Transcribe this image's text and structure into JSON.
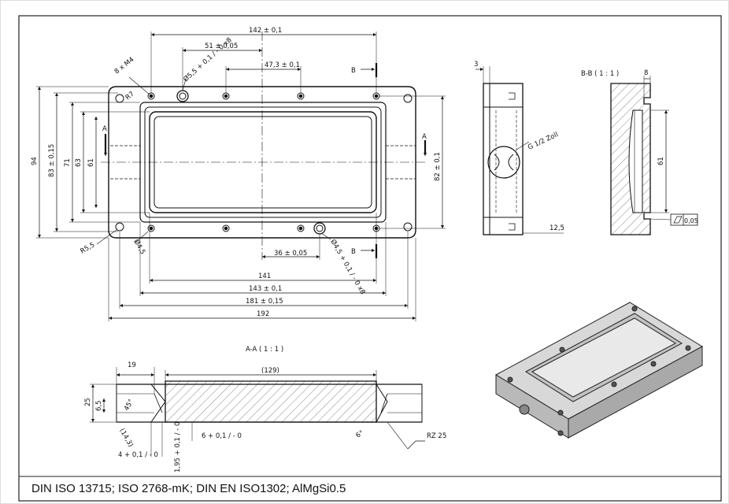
{
  "notes": {
    "standards": "DIN ISO 13715; ISO 2768-mK; DIN EN ISO1302; AlMgSi0.5"
  },
  "top_view": {
    "dims": {
      "d142": "142 ± 0,1",
      "d51": "51 ± 0,05",
      "d47": "47,3 ± 0,1",
      "d8xm4": "8 x M4",
      "dr7": "R7",
      "dhole55": "Ø5,5 + 0,1 / - 0   x8",
      "d94": "94",
      "d83": "83 ± 0,15",
      "d71": "71",
      "d63": "63",
      "d61": "61",
      "d82": "82 ± 0,1",
      "dr55": "R5,5",
      "dhole45a": "Ø4,5",
      "dhole45b": "Ø4,5 + 0,1 / - 0   x8",
      "d36": "36 ± 0,05",
      "d141": "141",
      "d143": "143 ± 0,1",
      "d181": "181 ± 0,15",
      "d192": "192",
      "secA": "A",
      "secB": "B"
    }
  },
  "side_view": {
    "d3": "3",
    "thread": "G 1/2 Zoll",
    "d125": "12,5"
  },
  "bb_view": {
    "title": "B-B ( 1 : 1 )",
    "d8": "8",
    "d61": "61",
    "flatness": "0,05"
  },
  "aa_view": {
    "title": "A-A ( 1 : 1 )",
    "d19": "19",
    "d129": "(129)",
    "d25": "25",
    "d65": "6,5",
    "d45deg": "45°",
    "d143": "(14,3)",
    "d4": "4 + 0,1 / - 0",
    "d195": "1,95 + 0,1 / - 0",
    "d6": "6 + 0,1 / - 0",
    "d6deg": "6°",
    "rz": "RZ 25"
  }
}
